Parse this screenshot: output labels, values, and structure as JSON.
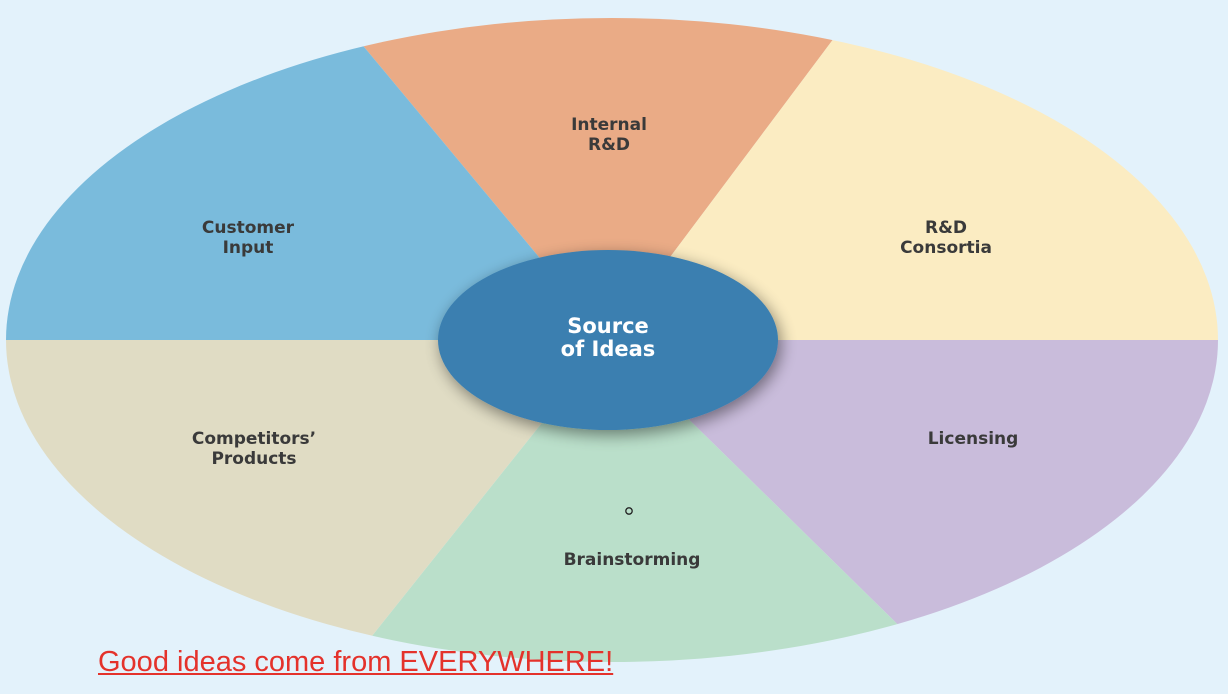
{
  "diagram": {
    "center": {
      "line1": "Source",
      "line2": "of Ideas",
      "color": "#3a7fb0"
    },
    "segments": [
      {
        "id": "internal-rd",
        "line1": "Internal",
        "line2": "R&D",
        "color": "#eaab86"
      },
      {
        "id": "rd-consortia",
        "line1": "R&D",
        "line2": "Consortia",
        "color": "#fbecc2"
      },
      {
        "id": "licensing",
        "line1": "Licensing",
        "line2": "",
        "color": "#c9bcdb"
      },
      {
        "id": "brainstorming",
        "line1": "Brainstorming",
        "line2": "",
        "color": "#badfca"
      },
      {
        "id": "competitors-products",
        "line1": "Competitors’",
        "line2": "Products",
        "color": "#e0dcc4"
      },
      {
        "id": "customer-input",
        "line1": "Customer",
        "line2": "Input",
        "color": "#7abbdc"
      }
    ]
  },
  "footer": {
    "text": "Good ideas come from EVERYWHERE!",
    "color": "#e4322b"
  }
}
